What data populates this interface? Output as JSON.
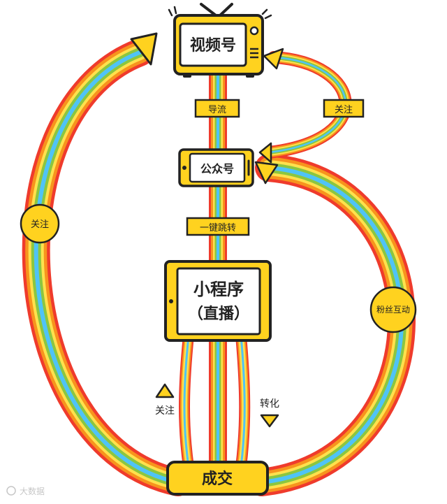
{
  "colors": {
    "red": "#ef3b2c",
    "orange": "#f7941d",
    "yellow": "#ffe14d",
    "green": "#8cc63f",
    "cyan": "#4fc3f7",
    "box_fill": "#ffd21f",
    "outline": "#222222",
    "screen": "#ffffff"
  },
  "nodes": {
    "channels": {
      "label": "视频号"
    },
    "official_account": {
      "label": "公众号"
    },
    "mini_program": {
      "line1": "小程序",
      "line2": "（直播）"
    },
    "deal": {
      "label": "成交"
    }
  },
  "edge_labels": {
    "guide": "导流",
    "follow_top": "关注",
    "jump": "一键跳转",
    "follow_left": "关注",
    "fan_interaction": "粉丝互动",
    "follow_bottom": "关注",
    "convert": "转化"
  },
  "watermark": "大数据"
}
